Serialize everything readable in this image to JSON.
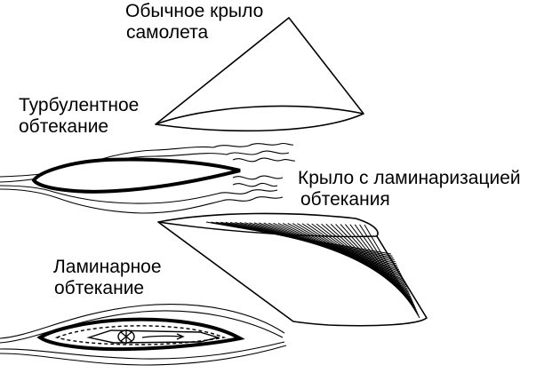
{
  "labels": {
    "conventional_wing": [
      "Обычное крыло",
      "самолета"
    ],
    "turbulent_flow": [
      "Турбулентное",
      "обтекание"
    ],
    "laminarized_wing": [
      "Крыло с ламинаризацией",
      "обтекания"
    ],
    "laminar_flow": [
      "Ламинарное",
      "обтекание"
    ]
  },
  "colors": {
    "stroke": "#000000",
    "background": "#ffffff"
  }
}
